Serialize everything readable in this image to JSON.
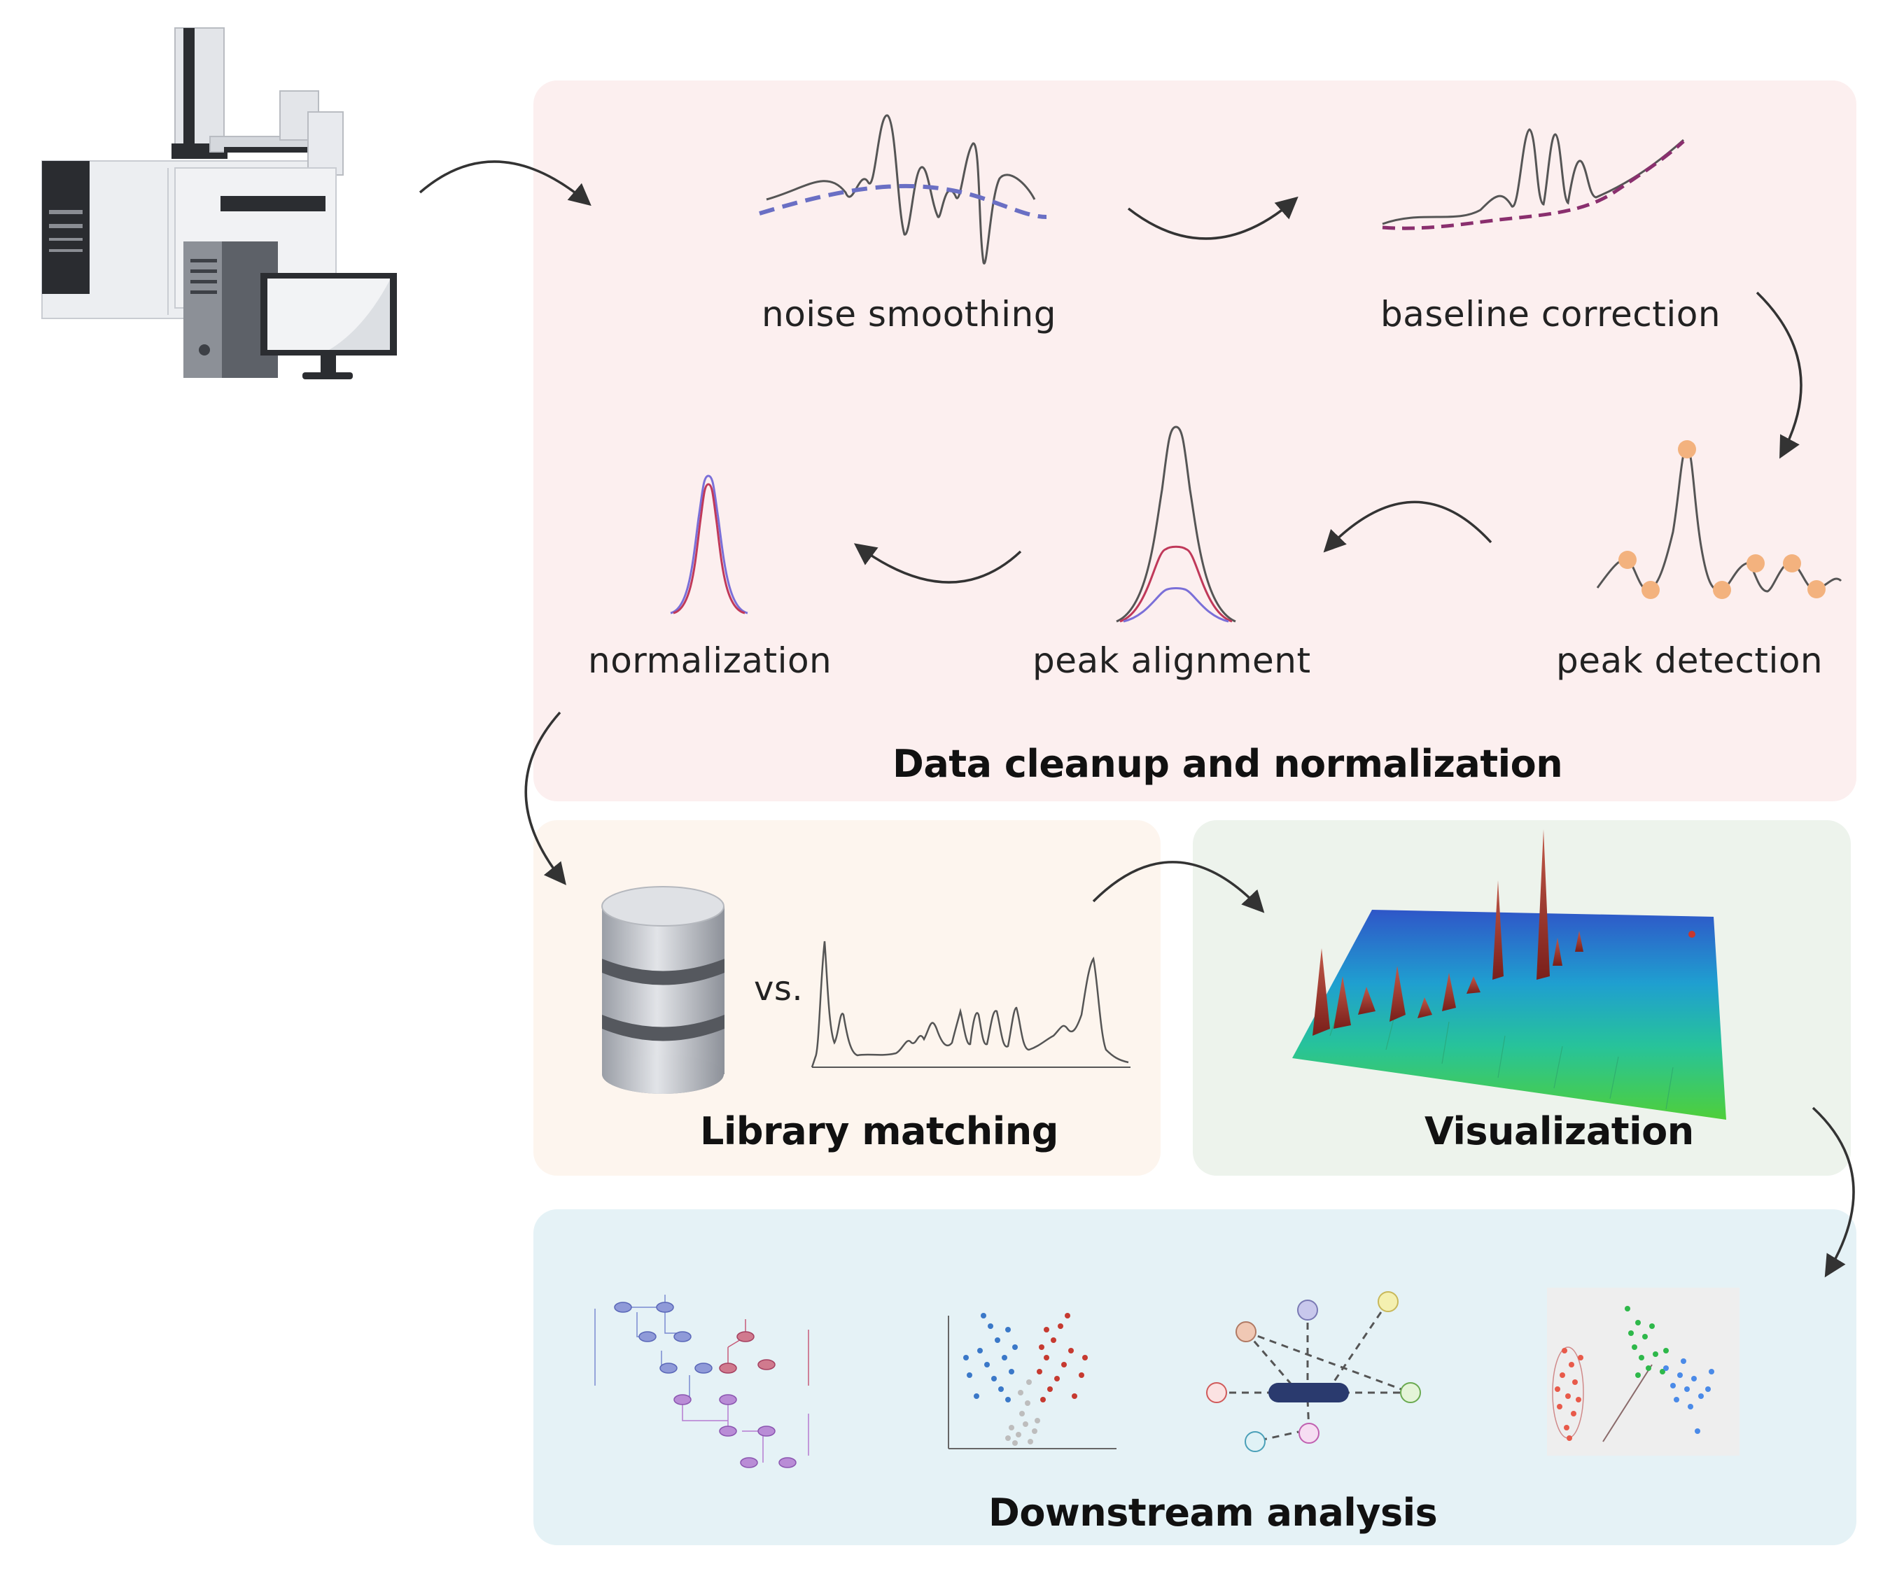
{
  "steps": {
    "noise_smoothing": "noise smoothing",
    "baseline_correction": "baseline correction",
    "peak_detection": "peak detection",
    "peak_alignment": "peak alignment",
    "normalization": "normalization"
  },
  "panels": {
    "cleanup_title": "Data cleanup and normalization",
    "library_title": "Library matching",
    "visualization_title": "Visualization",
    "downstream_title": "Downstream analysis"
  },
  "library": {
    "vs_label": "vs."
  },
  "colors": {
    "cleanup_bg": "#fcefef",
    "library_bg": "#fdf5ee",
    "visualization_bg": "#edf3ec",
    "downstream_bg": "#e5f2f6",
    "baseline_dash_blue": "#6a6fc4",
    "baseline_dash_purple": "#8a2f6e",
    "peak_marker": "#f3b27e"
  },
  "icons": [
    "gc-ms-instrument-icon",
    "desktop-computer-icon",
    "database-icon",
    "flow-arrow-icon"
  ]
}
